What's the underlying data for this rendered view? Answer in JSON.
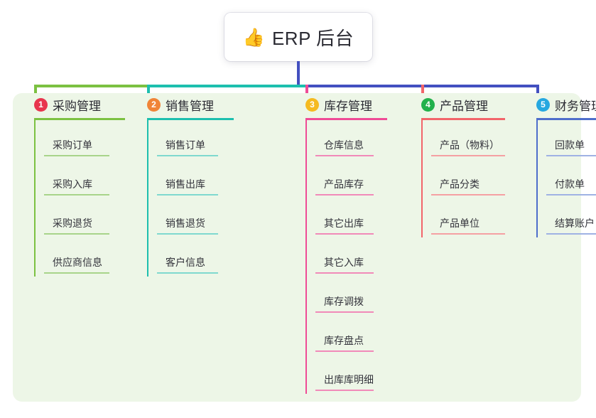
{
  "page": {
    "background_color": "#ffffff",
    "panel_color": "#edf6e7"
  },
  "root": {
    "icon": "thumbs-up-icon",
    "emoji": "👍",
    "title": "ERP 后台"
  },
  "connector_colors": {
    "trunk": "#4350c0",
    "segment_1": "#7cc142",
    "segment_2": "#1dbfae",
    "segment_3": "#4350c0",
    "drop_1": "#7cc142",
    "drop_2": "#1dbfae",
    "drop_3": "#ef4b96",
    "drop_4": "#f2656a",
    "drop_5": "#4350c0"
  },
  "columns": [
    {
      "number": "1",
      "title": "采购管理",
      "badge_color": "#e8354e",
      "line_color": "#7cc142",
      "leaf_line_color": "#a8d48a",
      "items": [
        {
          "label": "采购订单"
        },
        {
          "label": "采购入库"
        },
        {
          "label": "采购退货"
        },
        {
          "label": "供应商信息"
        }
      ]
    },
    {
      "number": "2",
      "title": "销售管理",
      "badge_color": "#f08437",
      "line_color": "#1dbfae",
      "leaf_line_color": "#7fd9cf",
      "items": [
        {
          "label": "销售订单"
        },
        {
          "label": "销售出库"
        },
        {
          "label": "销售退货"
        },
        {
          "label": "客户信息"
        }
      ]
    },
    {
      "number": "3",
      "title": "库存管理",
      "badge_color": "#f5ba20",
      "line_color": "#ef4b96",
      "leaf_line_color": "#f18ab9",
      "items": [
        {
          "label": "仓库信息"
        },
        {
          "label": "产品库存"
        },
        {
          "label": "其它出库"
        },
        {
          "label": "其它入库"
        },
        {
          "label": "库存调拨"
        },
        {
          "label": "库存盘点"
        },
        {
          "label": "出库库明细"
        }
      ]
    },
    {
      "number": "4",
      "title": "产品管理",
      "badge_color": "#22b14c",
      "line_color": "#f2656a",
      "leaf_line_color": "#f5a0a3",
      "items": [
        {
          "label": "产品（物料）"
        },
        {
          "label": "产品分类"
        },
        {
          "label": "产品单位"
        }
      ]
    },
    {
      "number": "5",
      "title": "财务管理",
      "badge_color": "#26a8e0",
      "line_color": "#4e6ecb",
      "leaf_line_color": "#9fb2e4",
      "items": [
        {
          "label": "回款单"
        },
        {
          "label": "付款单"
        },
        {
          "label": "结算账户"
        }
      ]
    }
  ]
}
